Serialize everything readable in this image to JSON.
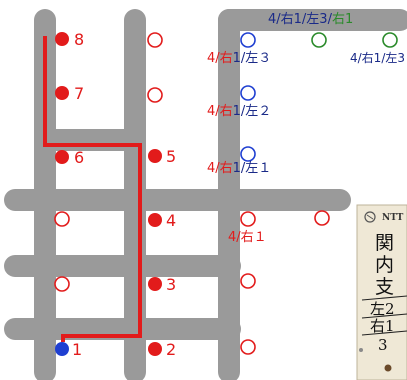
{
  "colors": {
    "road": "#9a9a9a",
    "route": "#e21b1b",
    "red": "#e21b1b",
    "blue": "#1f3fd1",
    "green": "#2a8a2a",
    "navy": "#1a2a88",
    "plate_bg": "#efe8d6",
    "plate_border": "#bdb39a"
  },
  "nodes": [
    {
      "label": "8",
      "fill": "red"
    },
    {
      "label": "7",
      "fill": "red"
    },
    {
      "label": "6",
      "fill": "red"
    },
    {
      "label": "5",
      "fill": "red"
    },
    {
      "label": "4",
      "fill": "red"
    },
    {
      "label": "3",
      "fill": "red"
    },
    {
      "label": "2",
      "fill": "red"
    },
    {
      "label": "1",
      "fill": "blue"
    }
  ],
  "annotations": {
    "top": {
      "a": "4/右1/左3/",
      "b": "右1"
    },
    "left3": {
      "a": "4/右",
      "b": "1/左３"
    },
    "right3": {
      "a": "4/右1/左3"
    },
    "left2": {
      "a": "4/右",
      "b": "1/左２"
    },
    "left1": {
      "a": "4/右",
      "b": "1/左１"
    },
    "right1": {
      "a": "4/右１"
    }
  },
  "sign_plate": {
    "brand": "NTT",
    "line1": "関",
    "line2": "内",
    "line3": "支",
    "line4": "左2",
    "line5": "右1",
    "line6": "3"
  }
}
